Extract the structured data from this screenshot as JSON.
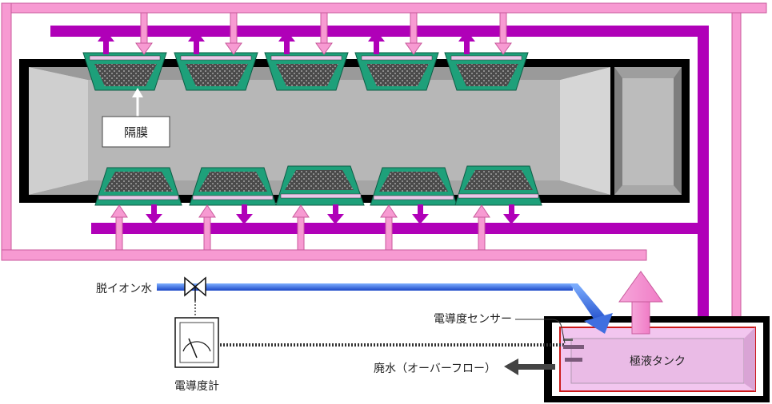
{
  "labels": {
    "membrane": "隔膜",
    "deionized_water": "脱イオン水",
    "conductivity_sensor": "電導度センサー",
    "waste_water": "廃水（オーバーフロー）",
    "conductivity_meter": "電導度計",
    "electrolyte_tank": "極液タンク"
  },
  "colors": {
    "pink_pipe": "#f79ad2",
    "purple_pipe": "#b000b8",
    "blue_pipe": "#1f4fd8",
    "blue_pipe_light": "#6aa0ff",
    "membrane_frame": "#1ea07a",
    "membrane_fill": "#555555",
    "stack_frame": "#000000",
    "stack_inner": "#b9b9b9",
    "tank_fill": "#f2c6ef",
    "tank_border": "#cc1a1a"
  }
}
